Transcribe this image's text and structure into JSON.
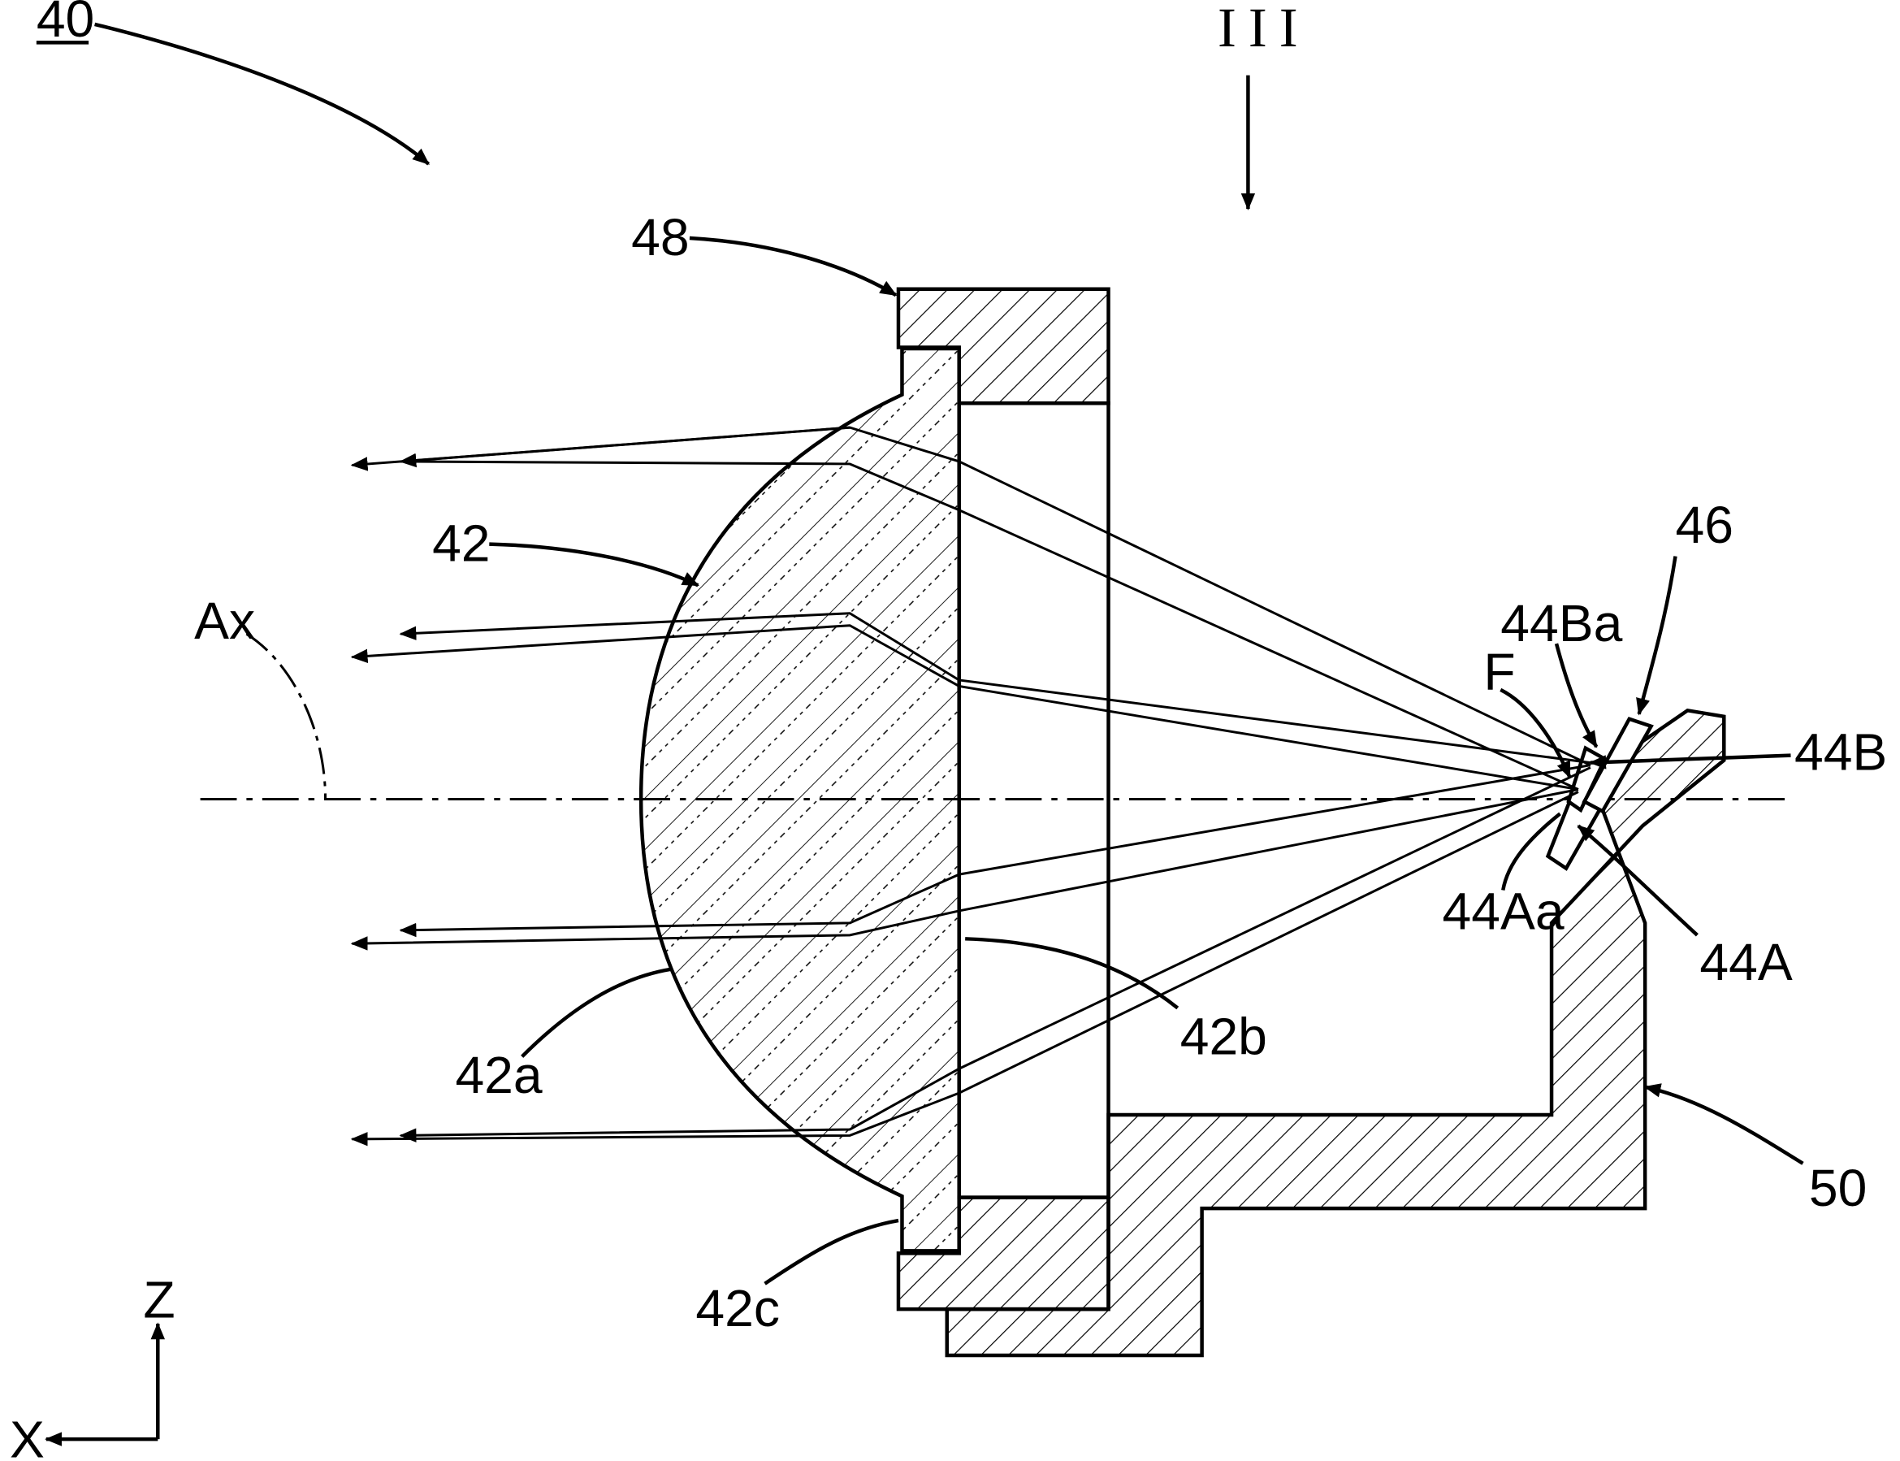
{
  "labels": {
    "assembly": "40",
    "view_marker": "III",
    "holder": "48",
    "lens": "42",
    "axis": "Ax",
    "lens_front_surface": "42a",
    "lens_rear_surface": "42b",
    "lens_flange": "42c",
    "light_source_b": "44B",
    "light_source_b_emitting_surface": "44Ba",
    "light_source_a": "44A",
    "light_source_a_emitting_surface": "44Aa",
    "focal_point": "F",
    "substrate": "46",
    "bracket": "50",
    "axis_z": "Z",
    "axis_x": "X"
  }
}
